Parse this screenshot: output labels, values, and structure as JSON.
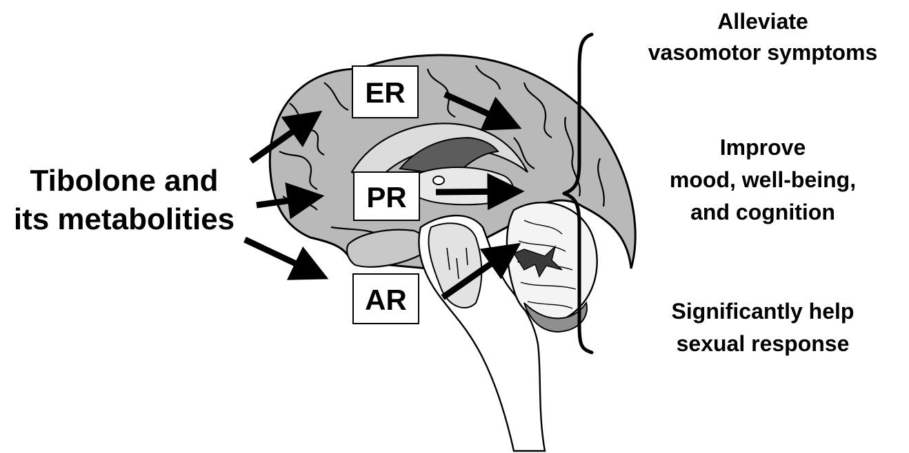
{
  "source": {
    "line1": "Tibolone and",
    "line2": "its metabolities"
  },
  "receptors": {
    "er": "ER",
    "pr": "PR",
    "ar": "AR"
  },
  "effects": {
    "vasomotor": {
      "line1": "Alleviate",
      "line2": "vasomotor symptoms"
    },
    "mood": {
      "line1": "Improve",
      "line2": "mood, well-being,",
      "line3": "and cognition"
    },
    "sexual": {
      "line1": "Significantly help",
      "line2": "sexual response"
    }
  },
  "colors": {
    "brain_fill": "#b9b9b9",
    "dark_fill": "#5c5c5c",
    "outline": "#000000",
    "background": "#ffffff"
  }
}
